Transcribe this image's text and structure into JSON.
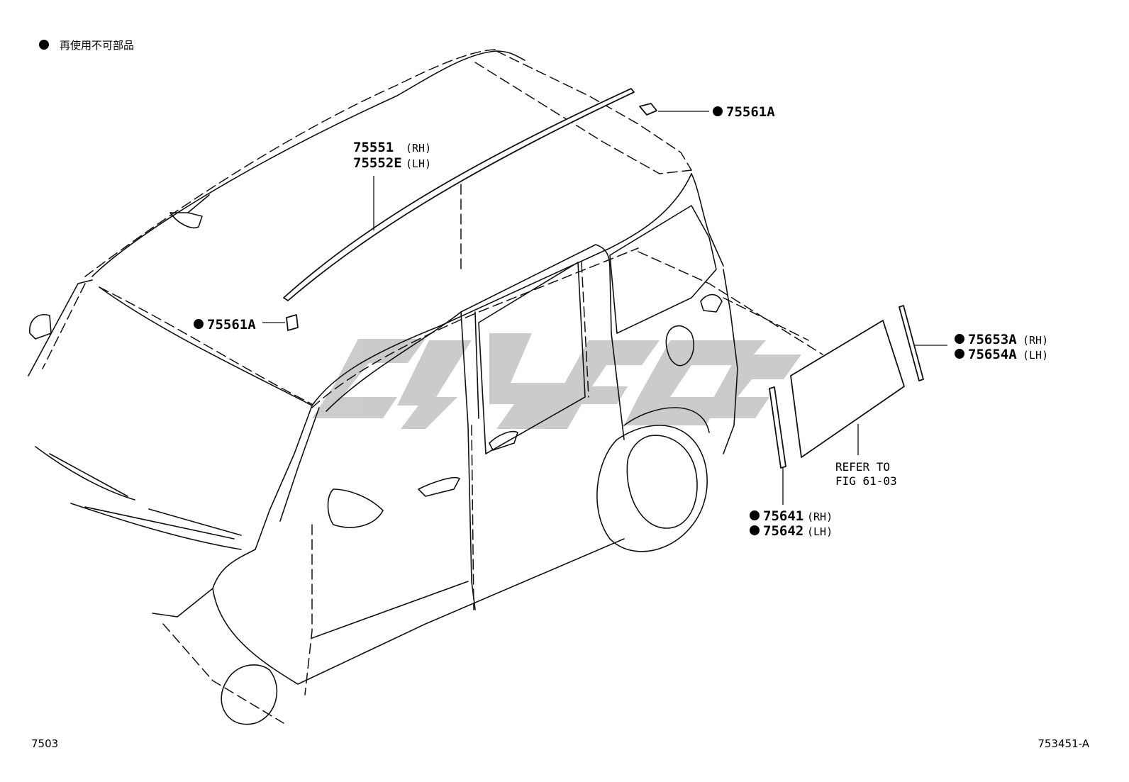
{
  "legend": {
    "symbol": "●",
    "text": "再使用不可部品"
  },
  "callouts": {
    "roof_molding": {
      "line1": "75551",
      "line1_side": "(RH)",
      "line2": "75552E",
      "line2_side": "(LH)"
    },
    "clip_top": {
      "text": "75561A"
    },
    "clip_left": {
      "text": "75561A"
    },
    "rear_quarter_outer": {
      "line1": "75653A",
      "line1_side": "(RH)",
      "line2": "75654A",
      "line2_side": "(LH)"
    },
    "rear_quarter_inner": {
      "line1": "75641",
      "line1_side": "(RH)",
      "line2": "75642",
      "line2_side": "(LH)"
    },
    "glass_ref": {
      "line1": "REFER TO",
      "line2": "FIG 61-03"
    }
  },
  "footer": {
    "left_code": "7503",
    "right_code": "753451-A"
  },
  "watermark": {
    "brand": "cisco-style",
    "color": "#c8c8c8"
  }
}
